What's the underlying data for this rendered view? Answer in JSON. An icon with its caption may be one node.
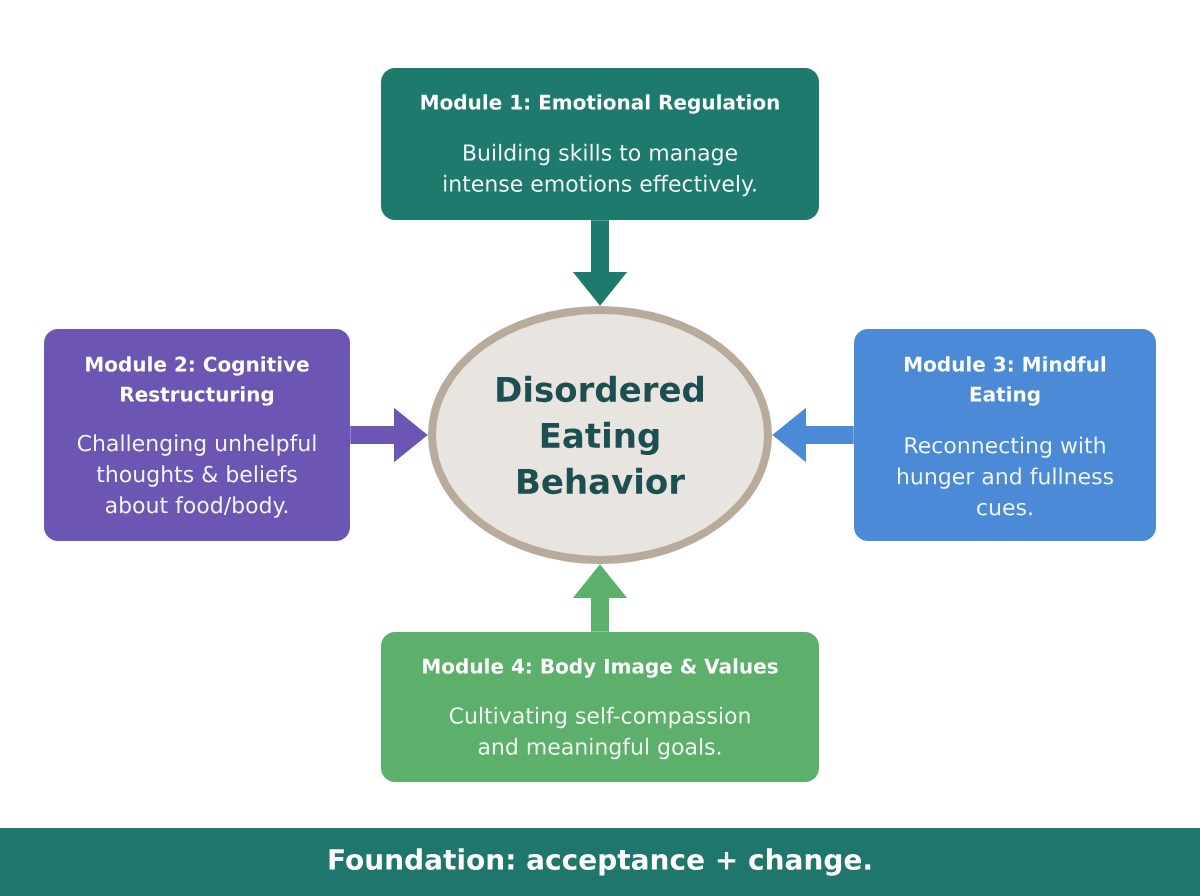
{
  "diagram": {
    "nodes": [
      {
        "text": [
          "Module 1: Emotional Regulation",
          "Building skills to manage intense emotions effectively."
        ]
      },
      {
        "text": [
          "Module 2: Cognitive Restructuring",
          "Challenging unhelpful thoughts & beliefs about food/body."
        ]
      },
      {
        "text": [
          "Disordered Eating Behavior"
        ]
      },
      {
        "text": [
          "Module 3: Mindful Eating",
          "Reconnecting with hunger and fullness cues."
        ]
      },
      {
        "text": [
          "Module 4: Body Image & Values",
          "Cultivating self-compassion and meaningful goals."
        ]
      },
      {
        "text": [
          "Foundation: acceptance + change."
        ]
      }
    ],
    "edges": [
      {
        "from": 0,
        "to": 2,
        "arrow": "to",
        "color": "#1f7a6e"
      },
      {
        "from": 1,
        "to": 2,
        "arrow": "to",
        "color": "#6d55b3"
      },
      {
        "from": 3,
        "to": 2,
        "arrow": "to",
        "color": "#4a8ad6"
      },
      {
        "from": 4,
        "to": 2,
        "arrow": "to",
        "color": "#5cb06b"
      }
    ]
  }
}
